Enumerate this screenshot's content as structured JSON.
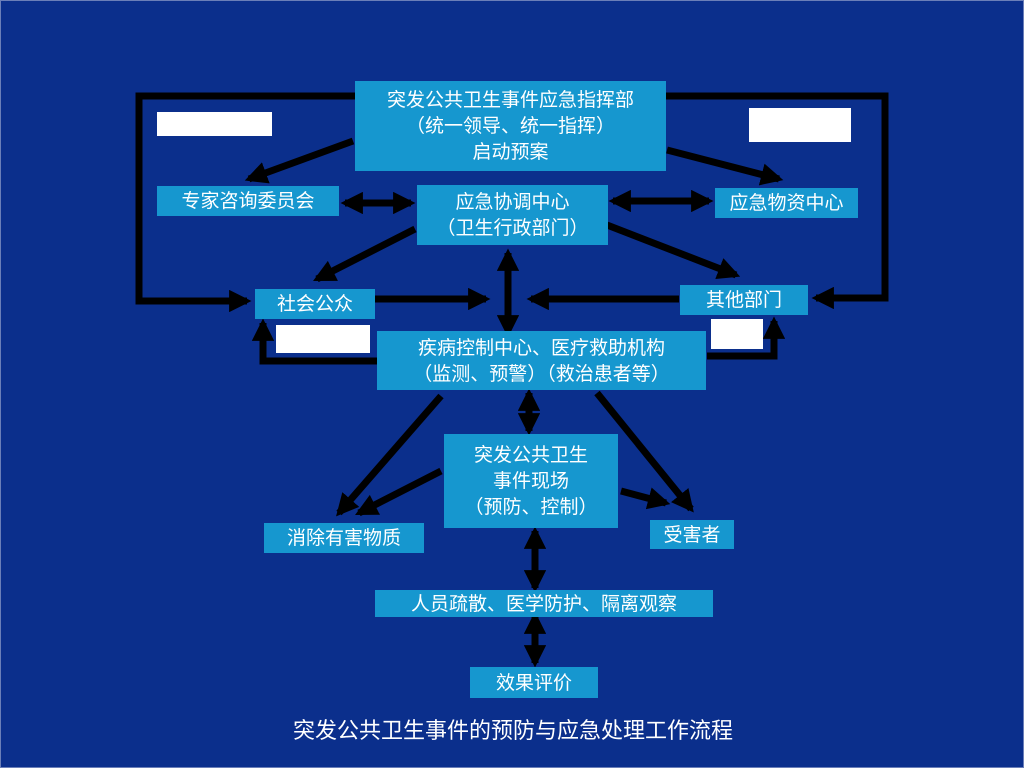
{
  "colors": {
    "background": "#0b2f8c",
    "box_fill": "#1697cf",
    "arrow": "#000000",
    "text": "#ffffff"
  },
  "nodes": {
    "command": {
      "line1": "突发公共卫生事件应急指挥部",
      "line2": "（统一领导、统一指挥）",
      "line3": "启动预案"
    },
    "expert": "专家咨询委员会",
    "coordination": {
      "line1": "应急协调中心",
      "line2": "（卫生行政部门）"
    },
    "supplies": "应急物资中心",
    "public": "社会公众",
    "other_depts": "其他部门",
    "cdc": {
      "line1": "疾病控制中心、医疗救助机构",
      "line2": "（监测、预警）（救治患者等）"
    },
    "site": {
      "line1": "突发公共卫生",
      "line2": "事件现场",
      "line3": "（预防、控制）"
    },
    "eliminate": "消除有害物质",
    "victims": "受害者",
    "evacuation": "人员疏散、医学防护、隔离观察",
    "evaluation": "效果评价"
  },
  "caption": "突发公共卫生事件的预防与应急处理工作流程"
}
